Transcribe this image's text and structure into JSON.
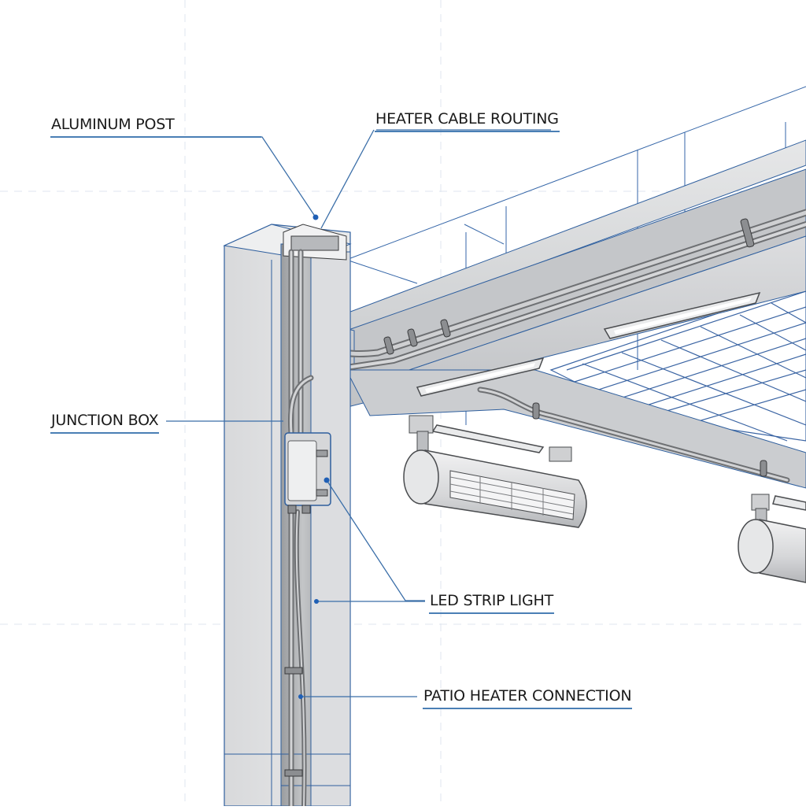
{
  "diagram": {
    "type": "technical-cutaway-illustration",
    "subject": "Aluminum pergola post and beam with integrated wiring",
    "accent_color": "#2f5f9e",
    "leader_color": "#3a6ea8",
    "grid_color": "#c9d6e6"
  },
  "labels": {
    "aluminum_post": "ALUMINUM POST",
    "heater_cable_routing": "HEATER CABLE ROUTING",
    "junction_box": "JUNCTION BOX",
    "led_strip_light": "LED STRIP LIGHT",
    "patio_heater_connection": "PATIO HEATER CONNECTION"
  },
  "components": [
    {
      "id": "post",
      "name": "Aluminum post (cutaway)"
    },
    {
      "id": "beam",
      "name": "Roof beam with cable tray"
    },
    {
      "id": "junction",
      "name": "Junction box"
    },
    {
      "id": "led-1",
      "name": "LED strip light (front)"
    },
    {
      "id": "led-2",
      "name": "LED strip light (rear)"
    },
    {
      "id": "led-3",
      "name": "LED strip light (lower)"
    },
    {
      "id": "heater-1",
      "name": "Patio heater (left)"
    },
    {
      "id": "heater-2",
      "name": "Patio heater (right, partial)"
    },
    {
      "id": "roof-grid",
      "name": "Roof lattice grid"
    }
  ]
}
